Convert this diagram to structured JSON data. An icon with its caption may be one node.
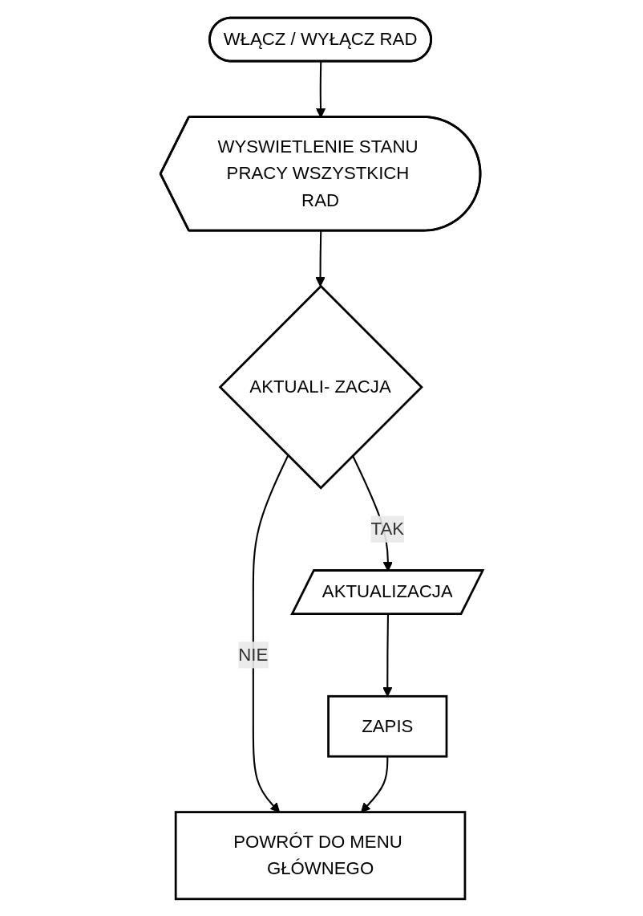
{
  "diagram": {
    "nodes": [
      {
        "text": [
          "WŁĄCZ / WYŁĄCZ RAD"
        ]
      },
      {
        "text": [
          "WYSWIETLENIE STANU PRACY WSZYSTKICH RAD"
        ]
      },
      {
        "text": [
          "AKTUALI- ZACJA"
        ]
      },
      {
        "text": [
          "AKTUALIZACJA"
        ]
      },
      {
        "text": [
          "ZAPIS"
        ]
      },
      {
        "text": [
          "POWRÓT DO MENU GŁÓWNEGO"
        ]
      }
    ],
    "edges": [
      {
        "from": 0,
        "to": 1,
        "arrow": "to"
      },
      {
        "from": 1,
        "to": 2,
        "arrow": "to"
      },
      {
        "from": 2,
        "to": 3,
        "arrow": "to",
        "label": "TAK"
      },
      {
        "from": 2,
        "to": 5,
        "arrow": "to",
        "label": "NIE"
      },
      {
        "from": 3,
        "to": 4,
        "arrow": "to"
      },
      {
        "from": 4,
        "to": 5,
        "arrow": "to"
      }
    ]
  }
}
